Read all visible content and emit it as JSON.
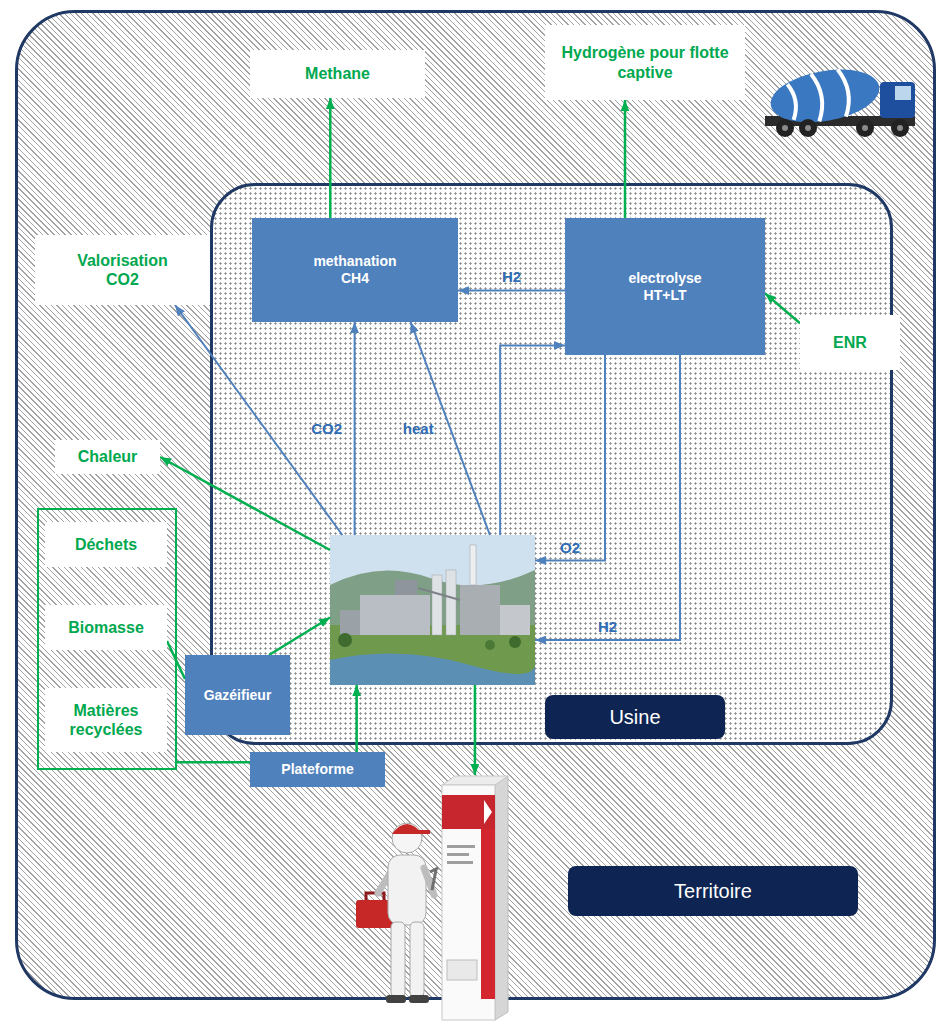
{
  "diagram": {
    "nodes": [
      {
        "text": [
          "Territoire"
        ]
      },
      {
        "text": [
          "Methane"
        ],
        "in": 0
      },
      {
        "text": [
          "Hydrogène pour flotte captive"
        ],
        "in": 0
      },
      {
        "text": [
          "Valorisation CO2"
        ],
        "in": 0
      },
      {
        "text": [
          "Chaleur"
        ],
        "in": 0
      },
      {
        "text": [
          "Usine"
        ],
        "in": 0
      },
      {
        "text": [
          "methanation CH4"
        ],
        "in": 5
      },
      {
        "text": [
          "electrolyse HT+LT"
        ],
        "in": 5
      },
      {
        "text": [
          "ENR"
        ],
        "in": 0
      },
      {
        "text": [],
        "in": 5
      },
      {
        "text": [],
        "in": 0
      },
      {
        "text": [
          "Déchets"
        ],
        "in": 10
      },
      {
        "text": [
          "Biomasse"
        ],
        "in": 10
      },
      {
        "text": [
          "Matières recyclées"
        ],
        "in": 10
      },
      {
        "text": [
          "Gazéifieur"
        ],
        "in": 0
      },
      {
        "text": [
          "Plateforme"
        ],
        "in": 0
      },
      {
        "text": [],
        "in": 0
      }
    ],
    "edges": [
      {
        "from": 6,
        "to": 1,
        "arrow": "to"
      },
      {
        "from": 7,
        "to": 2,
        "arrow": "to"
      },
      {
        "from": 7,
        "to": 6,
        "label": "H2",
        "arrow": "to"
      },
      {
        "from": 8,
        "to": 7,
        "arrow": "to"
      },
      {
        "from": 9,
        "to": 3,
        "arrow": "to"
      },
      {
        "from": 9,
        "to": 6,
        "label": "CO2",
        "arrow": "to"
      },
      {
        "from": 9,
        "to": 6,
        "label": "heat",
        "arrow": "to"
      },
      {
        "from": 9,
        "to": 7,
        "arrow": "to"
      },
      {
        "from": 7,
        "to": 9,
        "label": "O2",
        "arrow": "to"
      },
      {
        "from": 7,
        "to": 9,
        "label": "H2",
        "arrow": "to"
      },
      {
        "from": 9,
        "to": 4,
        "arrow": "to"
      },
      {
        "from": 12,
        "to": 14,
        "arrow": "none"
      },
      {
        "from": 14,
        "to": 9,
        "arrow": "to"
      },
      {
        "from": 10,
        "to": 15,
        "arrow": "none"
      },
      {
        "from": 15,
        "to": 9,
        "arrow": "to"
      },
      {
        "from": 9,
        "to": 16,
        "arrow": "to"
      }
    ]
  }
}
